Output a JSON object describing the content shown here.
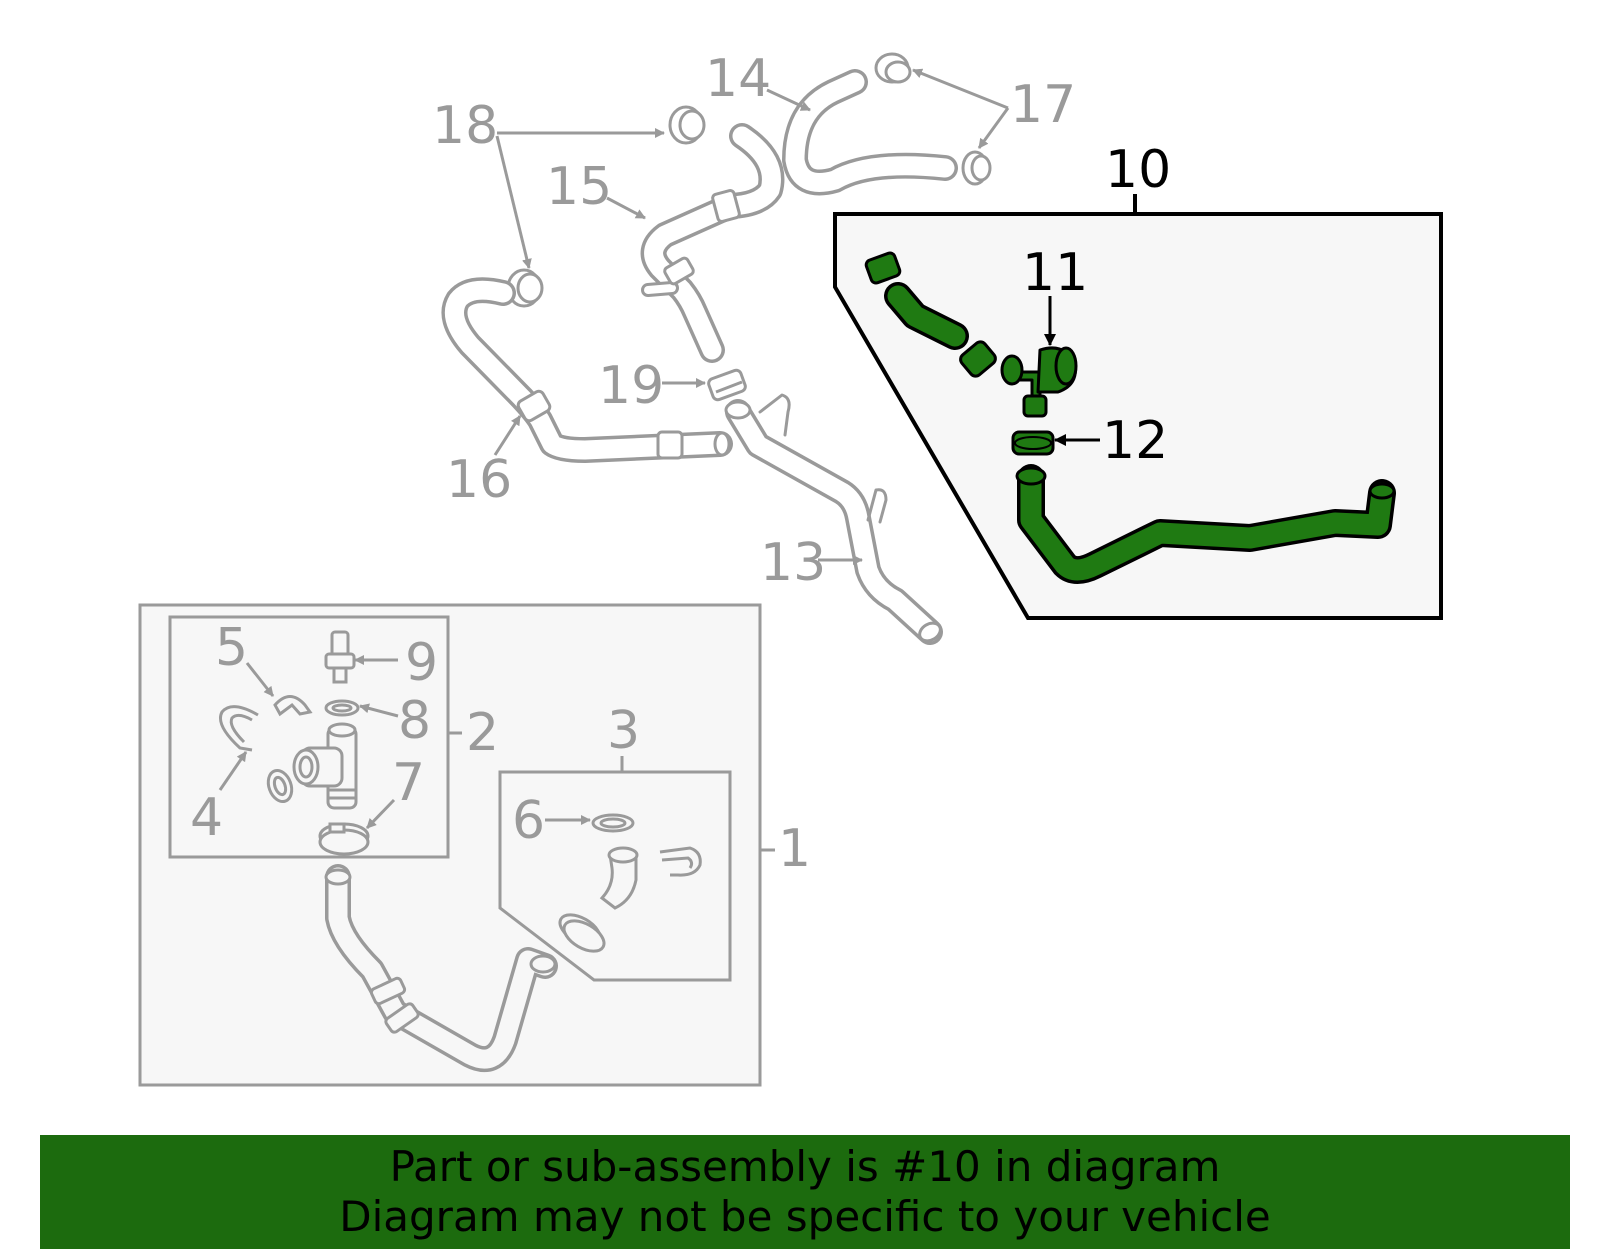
{
  "colors": {
    "highlight": "#1c6b0e",
    "part_fill": "#1f7a12",
    "inactive": "#9a9a9a",
    "panel_fill": "#f7f7f7"
  },
  "callouts": {
    "c1": "1",
    "c2": "2",
    "c3": "3",
    "c4": "4",
    "c5": "5",
    "c6": "6",
    "c7": "7",
    "c8": "8",
    "c9": "9",
    "c10": "10",
    "c11": "11",
    "c12": "12",
    "c13": "13",
    "c14": "14",
    "c15": "15",
    "c16": "16",
    "c17": "17",
    "c18": "18",
    "c19": "19"
  },
  "highlighted_part": "10",
  "banner": {
    "line1": "Part or sub-assembly is #10 in diagram",
    "line2": "Diagram may not be specific to your vehicle"
  }
}
